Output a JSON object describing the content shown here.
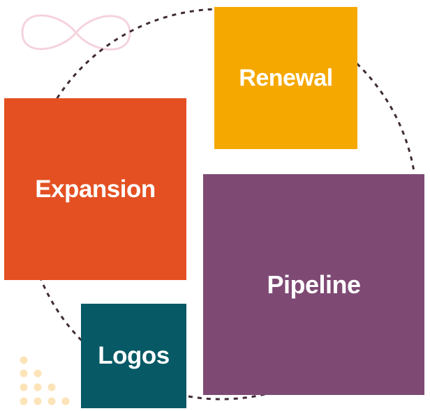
{
  "diagram": {
    "segments": [
      {
        "key": "renewal",
        "label": "Renewal",
        "color": "#F5A800"
      },
      {
        "key": "expansion",
        "label": "Expansion",
        "color": "#E45022"
      },
      {
        "key": "pipeline",
        "label": "Pipeline",
        "color": "#7E4A74"
      },
      {
        "key": "logos",
        "label": "Logos",
        "color": "#065965"
      }
    ],
    "cycle_ring": {
      "style": "dashed",
      "color": "#3F2A35"
    },
    "decorations": {
      "infinity_icon_color": "#F5D3DC",
      "dot_grid_color": "#FDE4B8"
    }
  }
}
